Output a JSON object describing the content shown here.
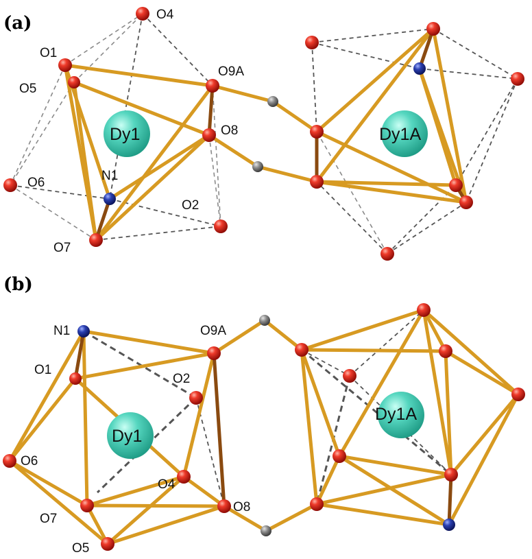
{
  "figure": {
    "panels": [
      {
        "label": "(a)",
        "atoms": {
          "O1": "O1",
          "O4": "O4",
          "O5": "O5",
          "O9A": "O9A",
          "Dy1": "Dy1",
          "O8": "O8",
          "N1": "N1",
          "O6": "O6",
          "O2": "O2",
          "O7": "O7",
          "Dy1A": "Dy1A"
        }
      },
      {
        "label": "(b)",
        "atoms": {
          "N1": "N1",
          "O9A": "O9A",
          "O1": "O1",
          "O2": "O2",
          "Dy1": "Dy1",
          "Dy1A": "Dy1A",
          "O6": "O6",
          "O4": "O4",
          "O8": "O8",
          "O7": "O7",
          "O5": "O5"
        }
      }
    ]
  },
  "colors": {
    "dysprosium": "#55d6bf",
    "oxygen": "#e0221a",
    "nitrogen": "#2a3fb0",
    "carbon": "#8a8a8a",
    "bond": "#d79a22",
    "bond_dark": "#8a4a10",
    "dashed_contact": "#555555"
  }
}
